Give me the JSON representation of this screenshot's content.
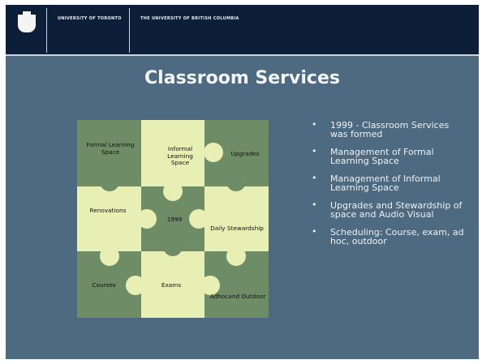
{
  "header": {
    "left_text": "UNIVERSITY OF TORONTO",
    "right_text": "THE UNIVERSITY OF BRITISH COLUMBIA"
  },
  "title": "Classroom Services",
  "puzzle": {
    "pieces": [
      {
        "label": "Formal Learning Space",
        "color": "#6e8c66"
      },
      {
        "label": "Informal Learning Space",
        "color": "#e8efb4"
      },
      {
        "label": "Upgrades",
        "color": "#6e8c66"
      },
      {
        "label": "Renovations",
        "color": "#e8efb4"
      },
      {
        "label": "1999",
        "color": "#6e8c66"
      },
      {
        "label": "Daily Stewardship",
        "color": "#e8efb4"
      },
      {
        "label": "Courses",
        "color": "#6e8c66"
      },
      {
        "label": "Exams",
        "color": "#e8efb4"
      },
      {
        "label": "Adhocand Outdoor",
        "color": "#6e8c66"
      }
    ]
  },
  "bullets": [
    "1999 - Classroom Services was formed",
    "Management of Formal Learning Space",
    "Management of Informal Learning Space",
    "Upgrades and Stewardship of space and Audio Visual",
    "Scheduling: Course, exam, ad hoc, outdoor"
  ],
  "bullet_glyph": "•",
  "colors": {
    "background": "#4d6a80",
    "header": "#0d1f38",
    "green_piece": "#6e8c66",
    "light_piece": "#e8efb4"
  }
}
